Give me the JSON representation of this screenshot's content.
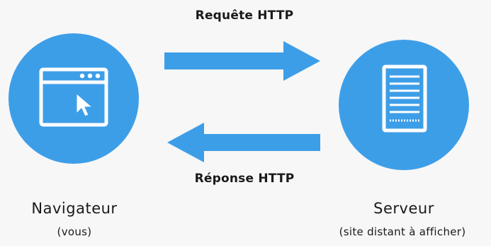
{
  "arrows": {
    "request_label": "Requête HTTP",
    "response_label": "Réponse HTTP",
    "color": "#3d9ee8"
  },
  "client": {
    "title": "Navigateur",
    "subtitle": "(vous)",
    "icon": "browser-window-icon"
  },
  "server": {
    "title": "Serveur",
    "subtitle": "(site distant à afficher)",
    "icon": "server-rack-icon"
  },
  "colors": {
    "circle": "#3d9ee8",
    "icon_stroke": "#ffffff",
    "background": "#f7f7f7",
    "text": "#1a1a1a"
  }
}
